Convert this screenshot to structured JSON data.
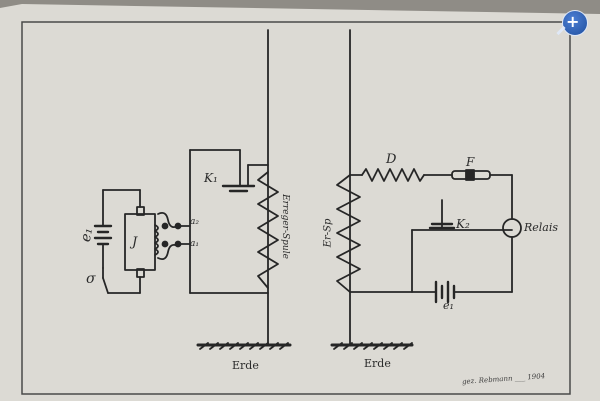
{
  "viewer": {
    "zoom_symbol": "+",
    "accent_color": "#2a5db0"
  },
  "diagram": {
    "paper_color": "#dcdad4",
    "ink_color": "#262626",
    "labels": {
      "battery_left": "e₁",
      "switch_left": "σ",
      "coil_box": "J",
      "contact_a2": "a₂",
      "contact_a1": "a₁",
      "condenser_k1": "K₁",
      "exciter_coil": "Erreger-Spule",
      "ground_left": "Erde",
      "coil_right": "Er-Sp",
      "resistor_d": "D",
      "coherer_f": "F",
      "relay": "Relais",
      "condenser_k2": "K₂",
      "battery_right": "e₁",
      "ground_right": "Erde",
      "signature": "gez. Rebmann ___ 1904"
    }
  }
}
